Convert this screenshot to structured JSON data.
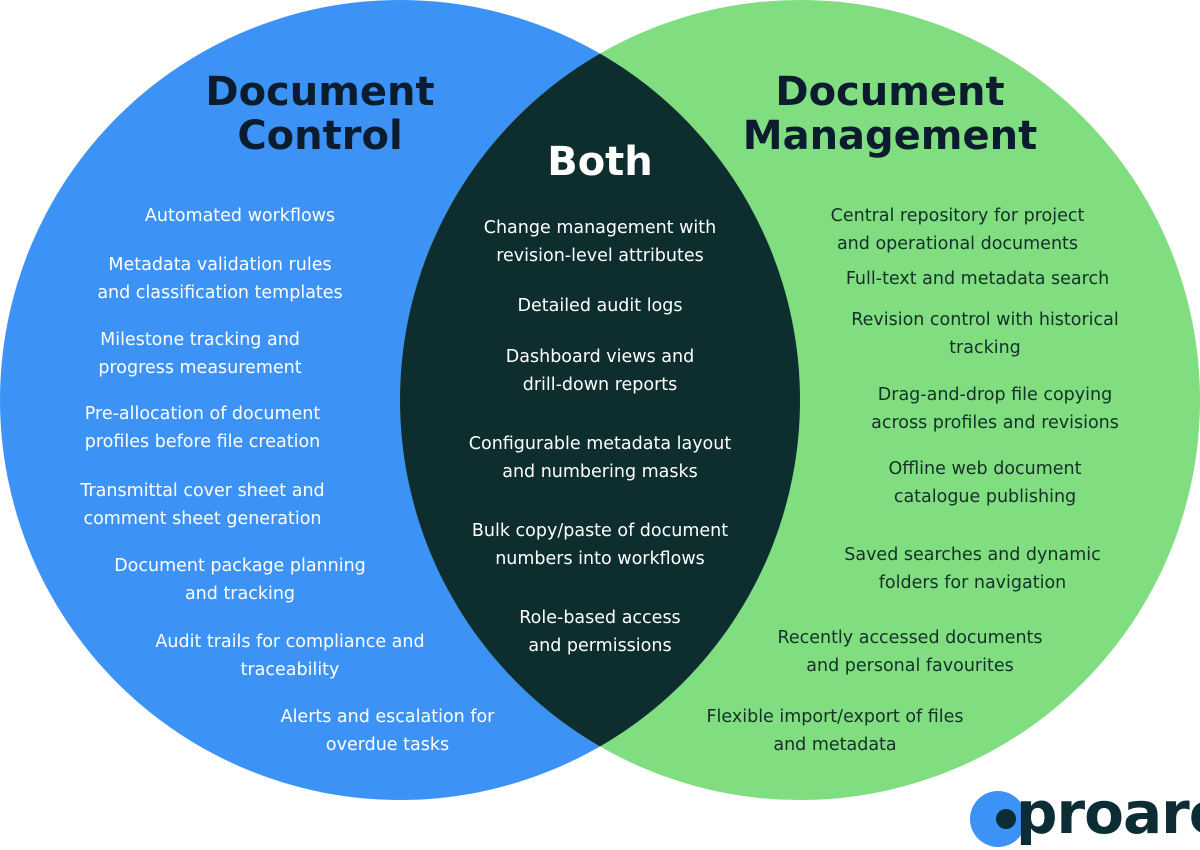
{
  "colors": {
    "left_circle": "#3d93f5",
    "right_circle": "#80dd80",
    "intersection": "#0d2d2e",
    "logo": "#0c2d34",
    "logo_accent": "#3d93f5"
  },
  "left": {
    "title": "Document\nControl",
    "items": [
      "Automated workflows",
      "Metadata validation rules\nand classification templates",
      "Milestone tracking and\nprogress measurement",
      "Pre-allocation of document\nprofiles before file creation",
      "Transmittal cover sheet and\ncomment sheet generation",
      "Document package planning\nand tracking",
      "Audit trails for compliance and\ntraceability",
      "Alerts and escalation for\noverdue tasks"
    ]
  },
  "both": {
    "title": "Both",
    "items": [
      "Change management with\nrevision-level attributes",
      "Detailed audit logs",
      "Dashboard views and\ndrill-down reports",
      "Configurable metadata layout\nand numbering masks",
      "Bulk copy/paste of document\nnumbers into workflows",
      "Role-based access\nand permissions"
    ]
  },
  "right": {
    "title": "Document\nManagement",
    "items": [
      "Central repository for project\nand operational documents",
      "Full-text and metadata search",
      "Revision control with historical\ntracking",
      "Drag-and-drop file copying\nacross profiles and revisions",
      "Offline web document\ncatalogue publishing",
      "Saved searches and dynamic\nfolders for navigation",
      "Recently accessed documents\nand personal favourites",
      "Flexible import/export of files\nand metadata"
    ]
  },
  "logo": {
    "text": "proarc",
    "icon": "proarc-logo-icon"
  }
}
